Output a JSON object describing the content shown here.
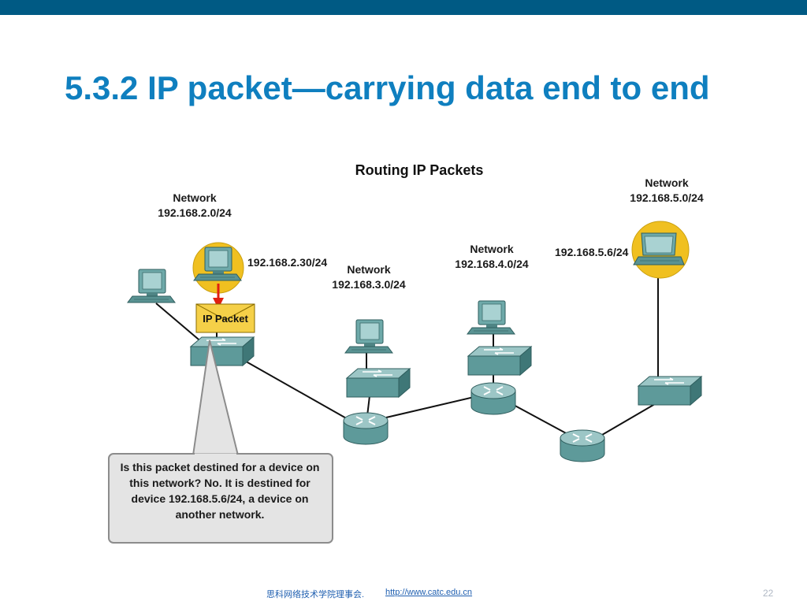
{
  "slide": {
    "title": "5.3.2 IP packet—carrying data end to end",
    "page_number": "22"
  },
  "diagram": {
    "title": "Routing IP Packets",
    "networks": [
      {
        "label": "Network",
        "address": "192.168.2.0/24"
      },
      {
        "label": "Network",
        "address": "192.168.3.0/24"
      },
      {
        "label": "Network",
        "address": "192.168.4.0/24"
      },
      {
        "label": "Network",
        "address": "192.168.5.0/24"
      }
    ],
    "host_addresses": {
      "source": "192.168.2.30/24",
      "destination": "192.168.5.6/24"
    },
    "packet_label": "IP Packet",
    "callout_lines": [
      "Is this packet destined for a device on",
      "this network?  No.  It is destined for",
      "device 192.168.5.6/24, a device on",
      "another  network."
    ],
    "colors": {
      "accent_title": "#0f7fbf",
      "top_bar": "#005a84",
      "highlight": "#f0c020",
      "packet_fill": "#f5d048",
      "arrow": "#e02010",
      "device": "#5e9a9a",
      "callout_fill": "#e4e4e4"
    }
  },
  "footer": {
    "organization": "思科网络技术学院理事会.",
    "link": "http://www.catc.edu.cn"
  }
}
